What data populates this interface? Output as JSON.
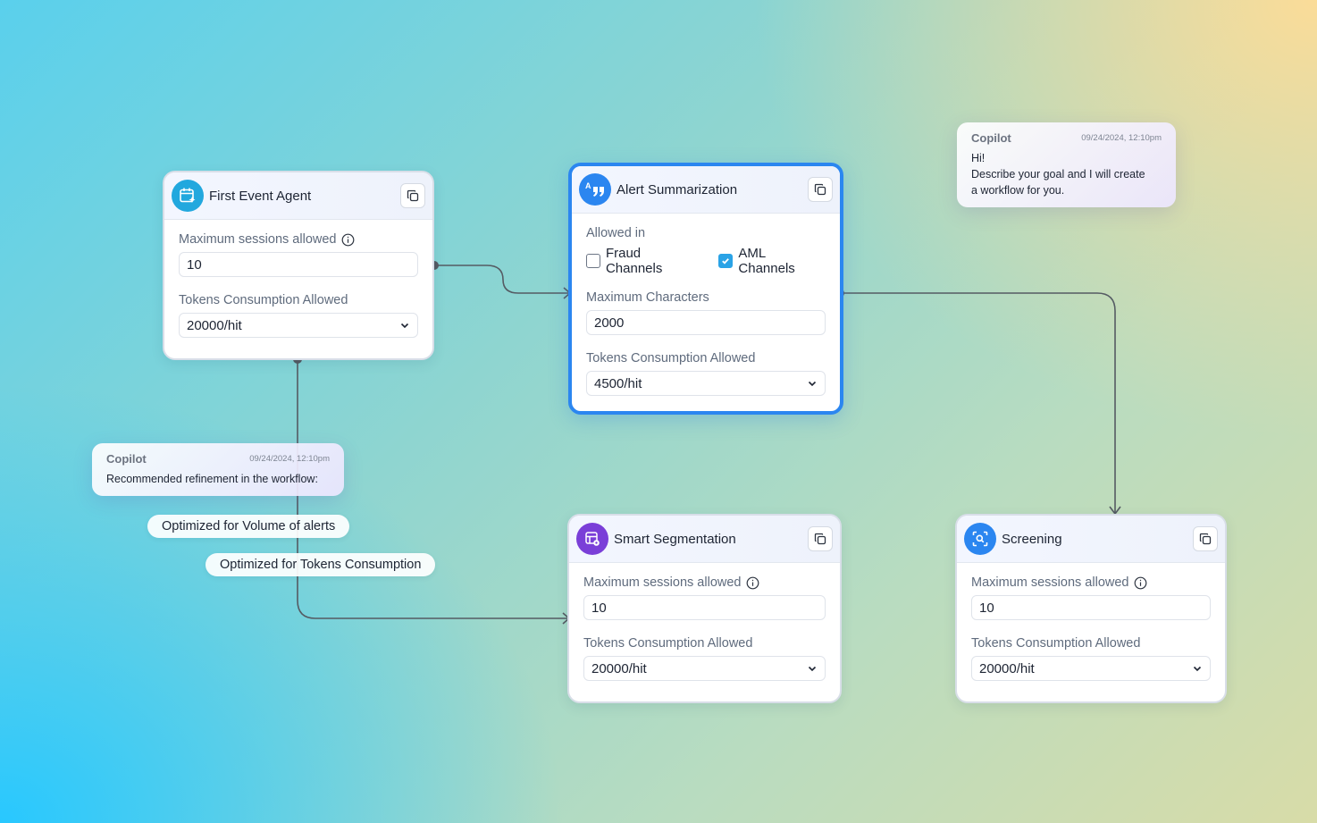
{
  "colors": {
    "accent": "#2b86f0",
    "wire": "#555b63",
    "checkbox": "#2aa3e6",
    "icon_teal": "#22a8de",
    "icon_blue": "#2b86f0",
    "icon_purple": "#7a3fd8"
  },
  "nodes": {
    "first_event": {
      "title": "First Event Agent",
      "icon": "calendar-sparkle-icon",
      "sessions_label": "Maximum sessions allowed",
      "sessions_value": "10",
      "tokens_label": "Tokens Consumption Allowed",
      "tokens_value": "20000/hit"
    },
    "alert_summarization": {
      "title": "Alert Summarization",
      "icon": "quote-text-icon",
      "allowed_in_label": "Allowed in",
      "channels": [
        {
          "label": "Fraud Channels",
          "checked": false
        },
        {
          "label": "AML Channels",
          "checked": true
        }
      ],
      "max_chars_label": "Maximum Characters",
      "max_chars_value": "2000",
      "tokens_label": "Tokens Consumption Allowed",
      "tokens_value": "4500/hit"
    },
    "smart_segmentation": {
      "title": "Smart Segmentation",
      "icon": "segment-grid-icon",
      "sessions_label": "Maximum sessions allowed",
      "sessions_value": "10",
      "tokens_label": "Tokens Consumption Allowed",
      "tokens_value": "20000/hit"
    },
    "screening": {
      "title": "Screening",
      "icon": "scan-search-icon",
      "sessions_label": "Maximum sessions allowed",
      "sessions_value": "10",
      "tokens_label": "Tokens Consumption Allowed",
      "tokens_value": "20000/hit"
    }
  },
  "copilot_top": {
    "name": "Copilot",
    "time": "09/24/2024, 12:10pm",
    "lines": [
      "Hi!",
      "Describe your goal and I will create",
      "a workflow for you."
    ]
  },
  "copilot_left": {
    "name": "Copilot",
    "time": "09/24/2024, 12:10pm",
    "text": "Recommended refinement in the workflow:"
  },
  "suggestions": [
    "Optimized for Volume of alerts",
    "Optimized for Tokens Consumption"
  ]
}
